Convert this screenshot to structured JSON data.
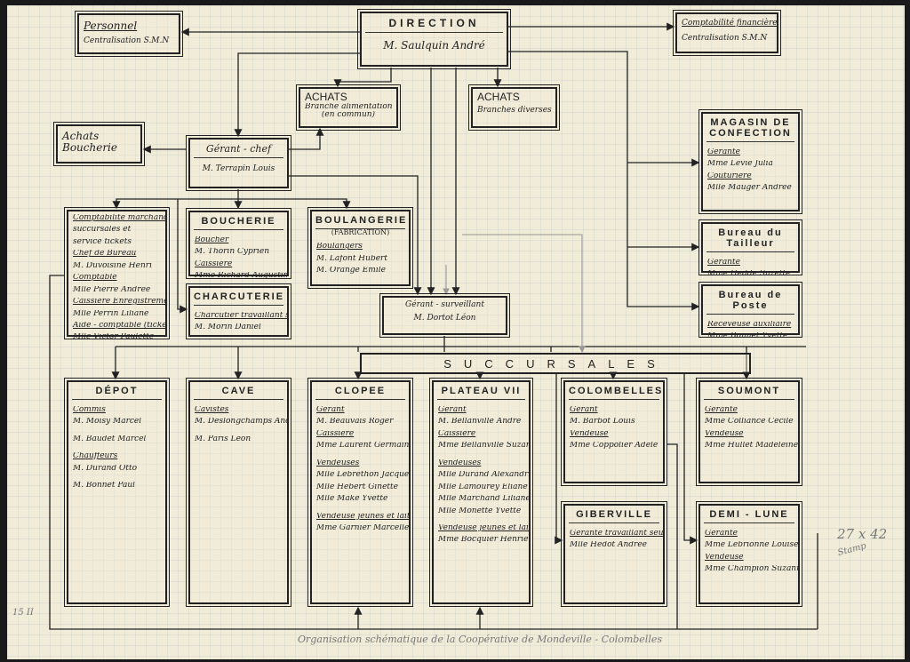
{
  "direction": {
    "title": "DIRECTION",
    "name": "M. Saulquin André"
  },
  "personnel": {
    "line1": "Personnel",
    "line2": "Centralisation S.M.N"
  },
  "comptabilite": {
    "line1": "Comptabilité financière",
    "line2": "Centralisation S.M.N"
  },
  "achats_alim": {
    "title": "ACHATS",
    "line1": "Branche alimentation",
    "line2": "(en commun)"
  },
  "achats_divers": {
    "title": "ACHATS",
    "line1": "Branches diverses"
  },
  "achats_boucherie": {
    "line1": "Achats",
    "line2": "Boucherie"
  },
  "gerant_chef": {
    "title": "Gérant - chef",
    "name": "M. Terrapin Louis"
  },
  "compta_service": {
    "lines": [
      "Comptabilité marchandises",
      "succursales et",
      "service tickets",
      "Chef de Bureau",
      "M. Duvoisine Henri",
      "Comptable",
      "Mlle Pierre Andrée",
      "Caissière Enregistrements",
      "Mlle Perrin Liliane",
      "Aide - comptable (tickets)",
      "Mlle Victor Paulette"
    ]
  },
  "boucherie": {
    "title": "BOUCHERIE",
    "lines": [
      "Boucher",
      "M. Thorin Cyprien",
      "Caissière",
      "Mme Richard Augustine"
    ]
  },
  "boulangerie": {
    "title": "BOULANGERIE",
    "subtitle": "(FABRICATION)",
    "lines": [
      "Boulangers",
      "M. Lafont Hubert",
      "M. Orange Emile"
    ]
  },
  "charcuterie": {
    "title": "CHARCUTERIE",
    "lines": [
      "Charcutier travaillant seul",
      "M. Morin Daniel"
    ]
  },
  "gerant_surveillant": {
    "title": "Gérant - surveillant",
    "name": "M. Dortot Léon"
  },
  "magasin": {
    "title": "MAGASIN DE CONFECTION",
    "lines": [
      "Gérante",
      "Mme Levie Julia",
      "Couturière",
      "Mlle Mauger Andrée"
    ]
  },
  "bureau_tailleur": {
    "title": "Bureau du Tailleur",
    "lines": [
      "Gérante",
      "Mme Hédde Suzette"
    ]
  },
  "bureau_poste": {
    "title": "Bureau de Poste",
    "lines": [
      "Receveuse auxiliaire",
      "Mme Bonnet Yvette"
    ]
  },
  "succursales": {
    "label": "SUCCURSALES"
  },
  "depot": {
    "title": "DÉPOT",
    "lines": [
      "Commis",
      "M. Moisy Marcel",
      "",
      "M. Baudet Marcel",
      "",
      "Chauffeurs",
      "M. Durand Otto",
      "",
      "M. Bonnet Paul"
    ]
  },
  "cave": {
    "title": "CAVE",
    "lines": [
      "Cavistes",
      "M. Deslongchamps André",
      "",
      "M. Paris Léon"
    ]
  },
  "clopee": {
    "title": "CLOPEE",
    "lines": [
      "Gérant",
      "M. Beauvais Roger",
      "Caissière",
      "Mme Laurent Germaine",
      "",
      "Vendeuses",
      "Mlle Lebrethon Jacqueline",
      "Mlle Hébert Ginette",
      "Mlle Maké Yvette",
      "",
      "Vendeuse jeunes et lait",
      "Mme Garnier Marcelle"
    ]
  },
  "plateau": {
    "title": "PLATEAU VII",
    "lines": [
      "Gérant",
      "M. Bellanville André",
      "Caissière",
      "Mme Bellanville Suzanne",
      "",
      "Vendeuses",
      "Mlle Durand Alexandrine",
      "Mlle Lamourey Eliane",
      "Mlle Marchand Liliane",
      "Mlle Monette Yvette",
      "",
      "Vendeuse jeunes et lait",
      "Mme Bocquier Henriette"
    ]
  },
  "colombelles": {
    "title": "COLOMBELLES",
    "lines": [
      "Gérant",
      "M. Barbot Louis",
      "Vendeuse",
      "Mme Coppolier Adèle"
    ]
  },
  "soumont": {
    "title": "SOUMONT",
    "lines": [
      "Gérante",
      "Mme Colliance Cécile",
      "Vendeuse",
      "Mme Hullet Madeleine"
    ]
  },
  "giberville": {
    "title": "GIBERVILLE",
    "lines": [
      "Gérante travaillant seule",
      "Mlle Hédot Andrée"
    ]
  },
  "demi_lune": {
    "title": "DEMI - LUNE",
    "lines": [
      "Gérante",
      "Mme Lebrionne Louise",
      "Vendeuse",
      "Mme Champion Suzanne"
    ]
  },
  "margin_note": {
    "line1": "27 x 42",
    "line2": "Stamp"
  },
  "corner_mark": "15 II",
  "bottom_caption": "Organisation schématique de la Coopérative de Mondeville - Colombelles"
}
